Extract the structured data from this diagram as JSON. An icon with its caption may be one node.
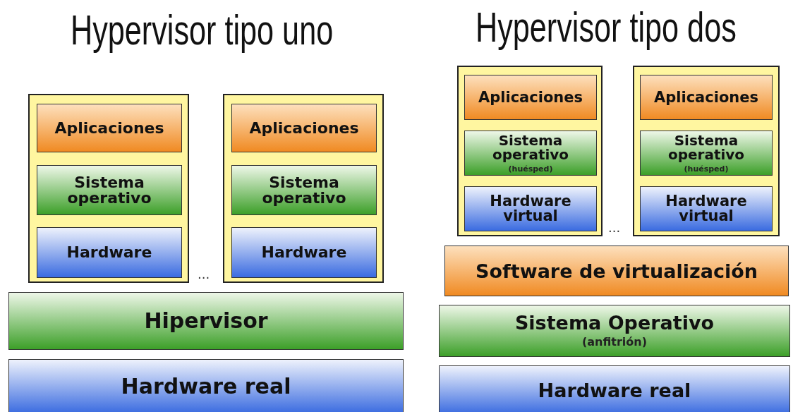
{
  "diagram": {
    "nodes": [
      {
        "text": [],
        "shape": "box"
      },
      {
        "text": [
          "Aplicaciones"
        ],
        "in": 0
      },
      {
        "text": [
          "Sistema operativo"
        ],
        "in": 0
      },
      {
        "text": [
          "Hardware"
        ],
        "in": 0
      },
      {
        "text": [],
        "shape": "box"
      },
      {
        "text": [
          "Aplicaciones"
        ],
        "in": 4
      },
      {
        "text": [
          "Sistema operativo"
        ],
        "in": 4
      },
      {
        "text": [
          "Hardware"
        ],
        "in": 4
      },
      {
        "text": [
          "Hipervisor"
        ]
      },
      {
        "text": [
          "Hardware real"
        ]
      },
      {
        "text": [],
        "shape": "box"
      },
      {
        "text": [
          "Aplicaciones"
        ],
        "in": 10
      },
      {
        "text": [
          "Sistema operativo",
          "(huésped)"
        ],
        "in": 10
      },
      {
        "text": [
          "Hardware virtual"
        ],
        "in": 10
      },
      {
        "text": [],
        "shape": "box"
      },
      {
        "text": [
          "Aplicaciones"
        ],
        "in": 14
      },
      {
        "text": [
          "Sistema operativo",
          "(huésped)"
        ],
        "in": 14
      },
      {
        "text": [
          "Hardware virtual"
        ],
        "in": 14
      },
      {
        "text": [
          "Software de virtualización"
        ]
      },
      {
        "text": [
          "Sistema Operativo",
          "(anfitrión)"
        ]
      },
      {
        "text": [
          "Hardware real"
        ]
      }
    ],
    "labels": [
      "Hypervisor tipo uno",
      "Hypervisor tipo dos",
      "...",
      "..."
    ]
  }
}
